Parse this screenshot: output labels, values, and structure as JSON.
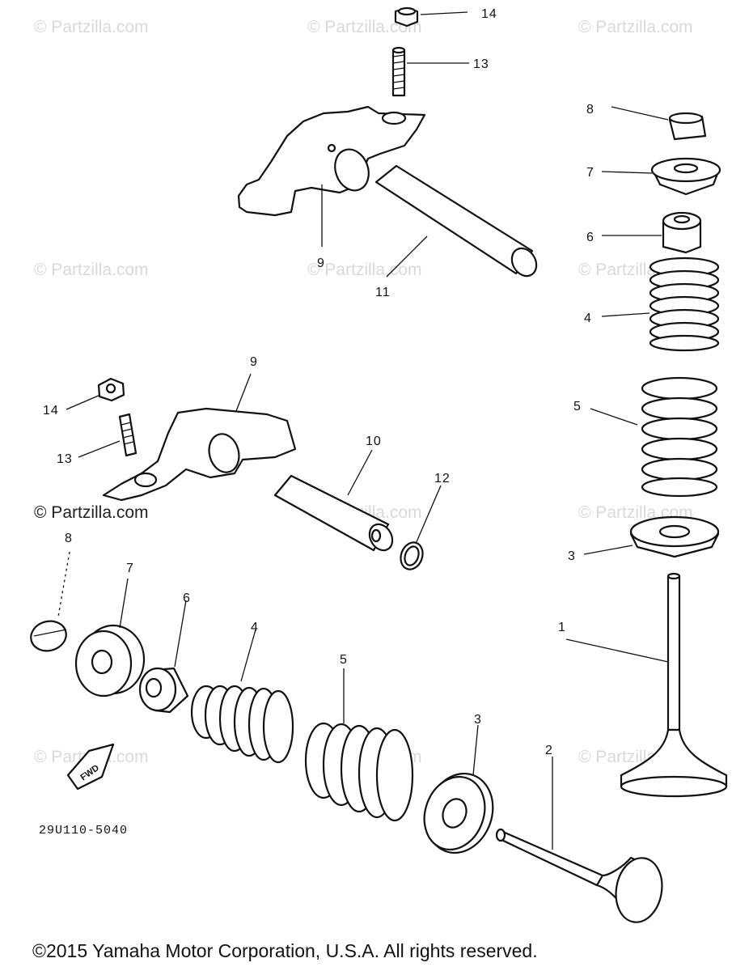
{
  "watermarks": {
    "text": "© Partzilla.com",
    "dark_text": "© Partzilla.com"
  },
  "callouts": {
    "n1": "1",
    "n2": "2",
    "n3a": "3",
    "n3b": "3",
    "n4a": "4",
    "n4b": "4",
    "n5a": "5",
    "n5b": "5",
    "n6a": "6",
    "n6b": "6",
    "n7a": "7",
    "n7b": "7",
    "n8a": "8",
    "n8b": "8",
    "n9a": "9",
    "n9b": "9",
    "n10": "10",
    "n11": "11",
    "n12": "12",
    "n13a": "13",
    "n13b": "13",
    "n14a": "14",
    "n14b": "14"
  },
  "fwd_label": "FWD",
  "diagram_code": "29U110-5040",
  "copyright": "©2015 Yamaha Motor Corporation, U.S.A. All rights reserved."
}
